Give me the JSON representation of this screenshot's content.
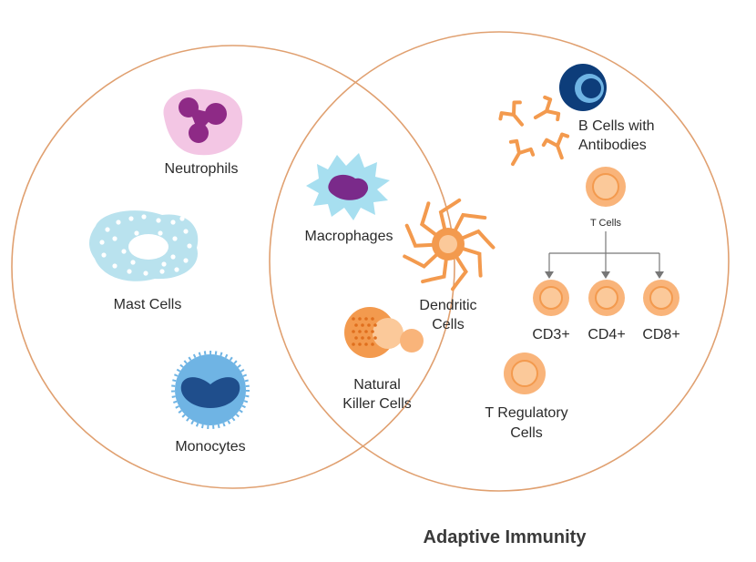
{
  "innate": {
    "neutrophils": "Neutrophils",
    "mast_cells": "Mast Cells",
    "monocytes": "Monocytes"
  },
  "overlap": {
    "macrophages": "Macrophages",
    "dendritic": [
      "Dendritic",
      "Cells"
    ],
    "nk": [
      "Natural",
      "Killer Cells"
    ]
  },
  "adaptive": {
    "b_cells": [
      "B Cells with",
      "Antibodies"
    ],
    "t_cells": "T Cells",
    "cd3": "CD3+",
    "cd4": "CD4+",
    "cd8": "CD8+",
    "treg": [
      "T Regulatory",
      "Cells"
    ]
  },
  "caption": "Adaptive Immunity",
  "colors": {
    "circle_outline": "#e0a070",
    "neutrophil_body": "#f3c6e4",
    "neutrophil_nucleus": "#8e2a86",
    "mast_body": "#b9e2ee",
    "monocyte_body": "#6fb4e4",
    "monocyte_nucleus": "#1f4e8c",
    "macrophage_body": "#a7dff0",
    "macrophage_nucleus": "#7a2a8a",
    "orange": "#f39a4e",
    "orange_light": "#fbc99a",
    "bcell_dark": "#0d3d7a",
    "arrow": "#777777"
  }
}
